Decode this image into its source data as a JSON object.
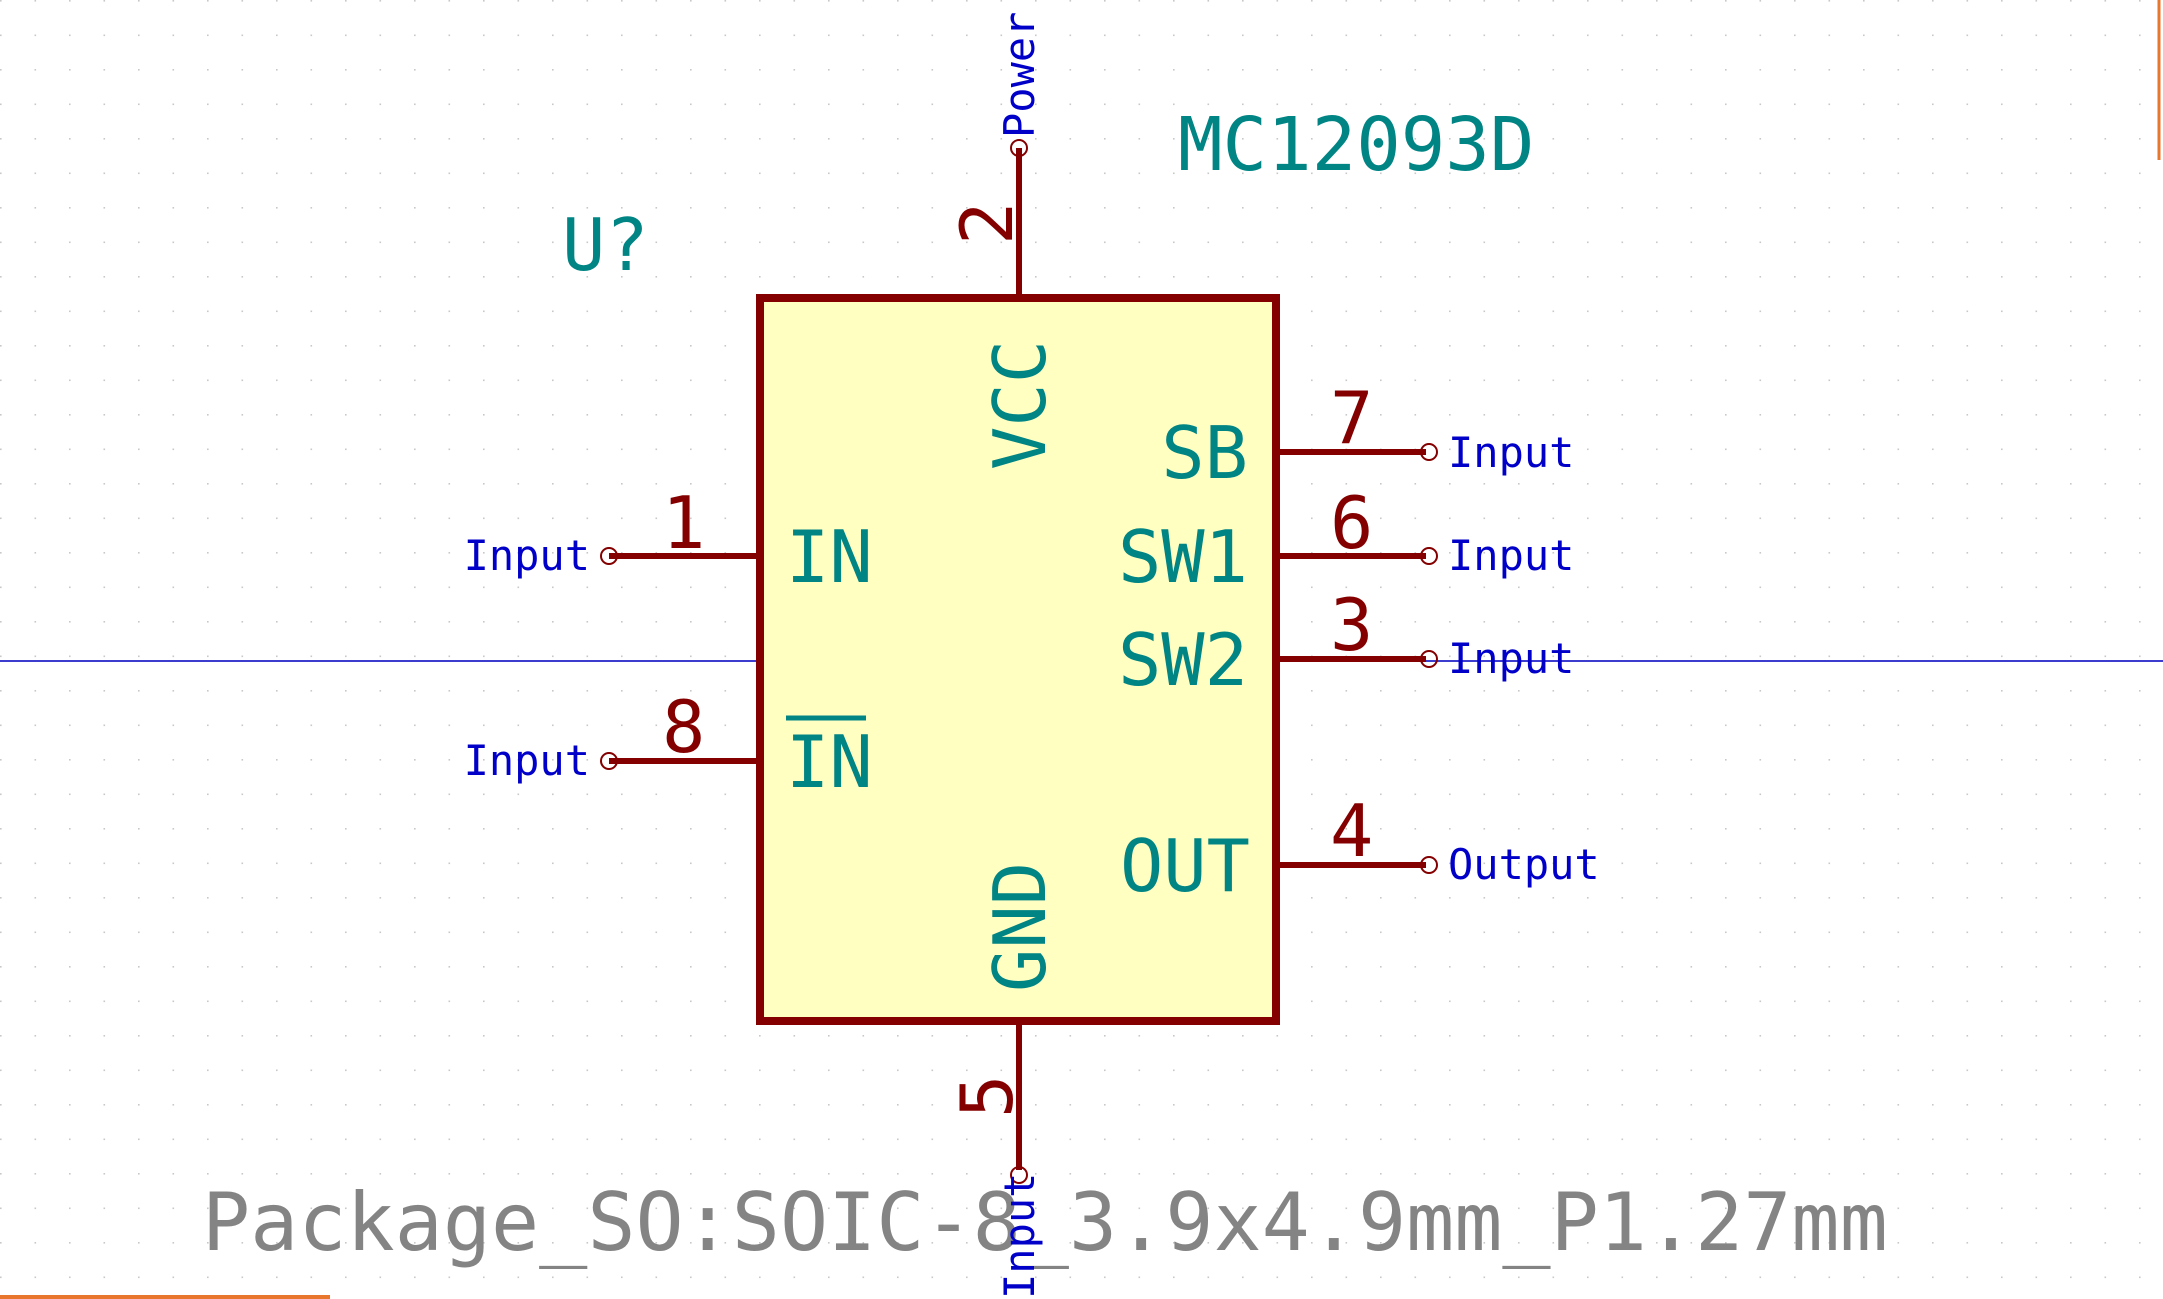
{
  "symbol": {
    "value": "MC12093D",
    "reference": "U?",
    "footprint": "Package_SO:SOIC-8_3.9x4.9mm_P1.27mm"
  },
  "pins": [
    {
      "number": "2",
      "name": "VCC",
      "type": "Power"
    },
    {
      "number": "7",
      "name": "SB",
      "type": "Input"
    },
    {
      "number": "1",
      "name": "IN",
      "type": "Input"
    },
    {
      "number": "6",
      "name": "SW1",
      "type": "Input"
    },
    {
      "number": "3",
      "name": "SW2",
      "type": "Input"
    },
    {
      "number": "8",
      "name": "IN",
      "type": "Input"
    },
    {
      "number": "4",
      "name": "OUT",
      "type": "Output"
    },
    {
      "number": "5",
      "name": "GND",
      "type": "Input"
    }
  ],
  "colors": {
    "body_fill": "#ffffc2",
    "body_outline": "#840000",
    "pin_line": "#840000",
    "pin_number": "#840000",
    "pin_name": "#008484",
    "field_text": "#008484",
    "footprint_text": "#848484",
    "pin_type": "#0000c8",
    "grid_dot": "#c8c8c8",
    "axis_line": "#3c3ccf",
    "accent_orange": "#e8762d"
  }
}
